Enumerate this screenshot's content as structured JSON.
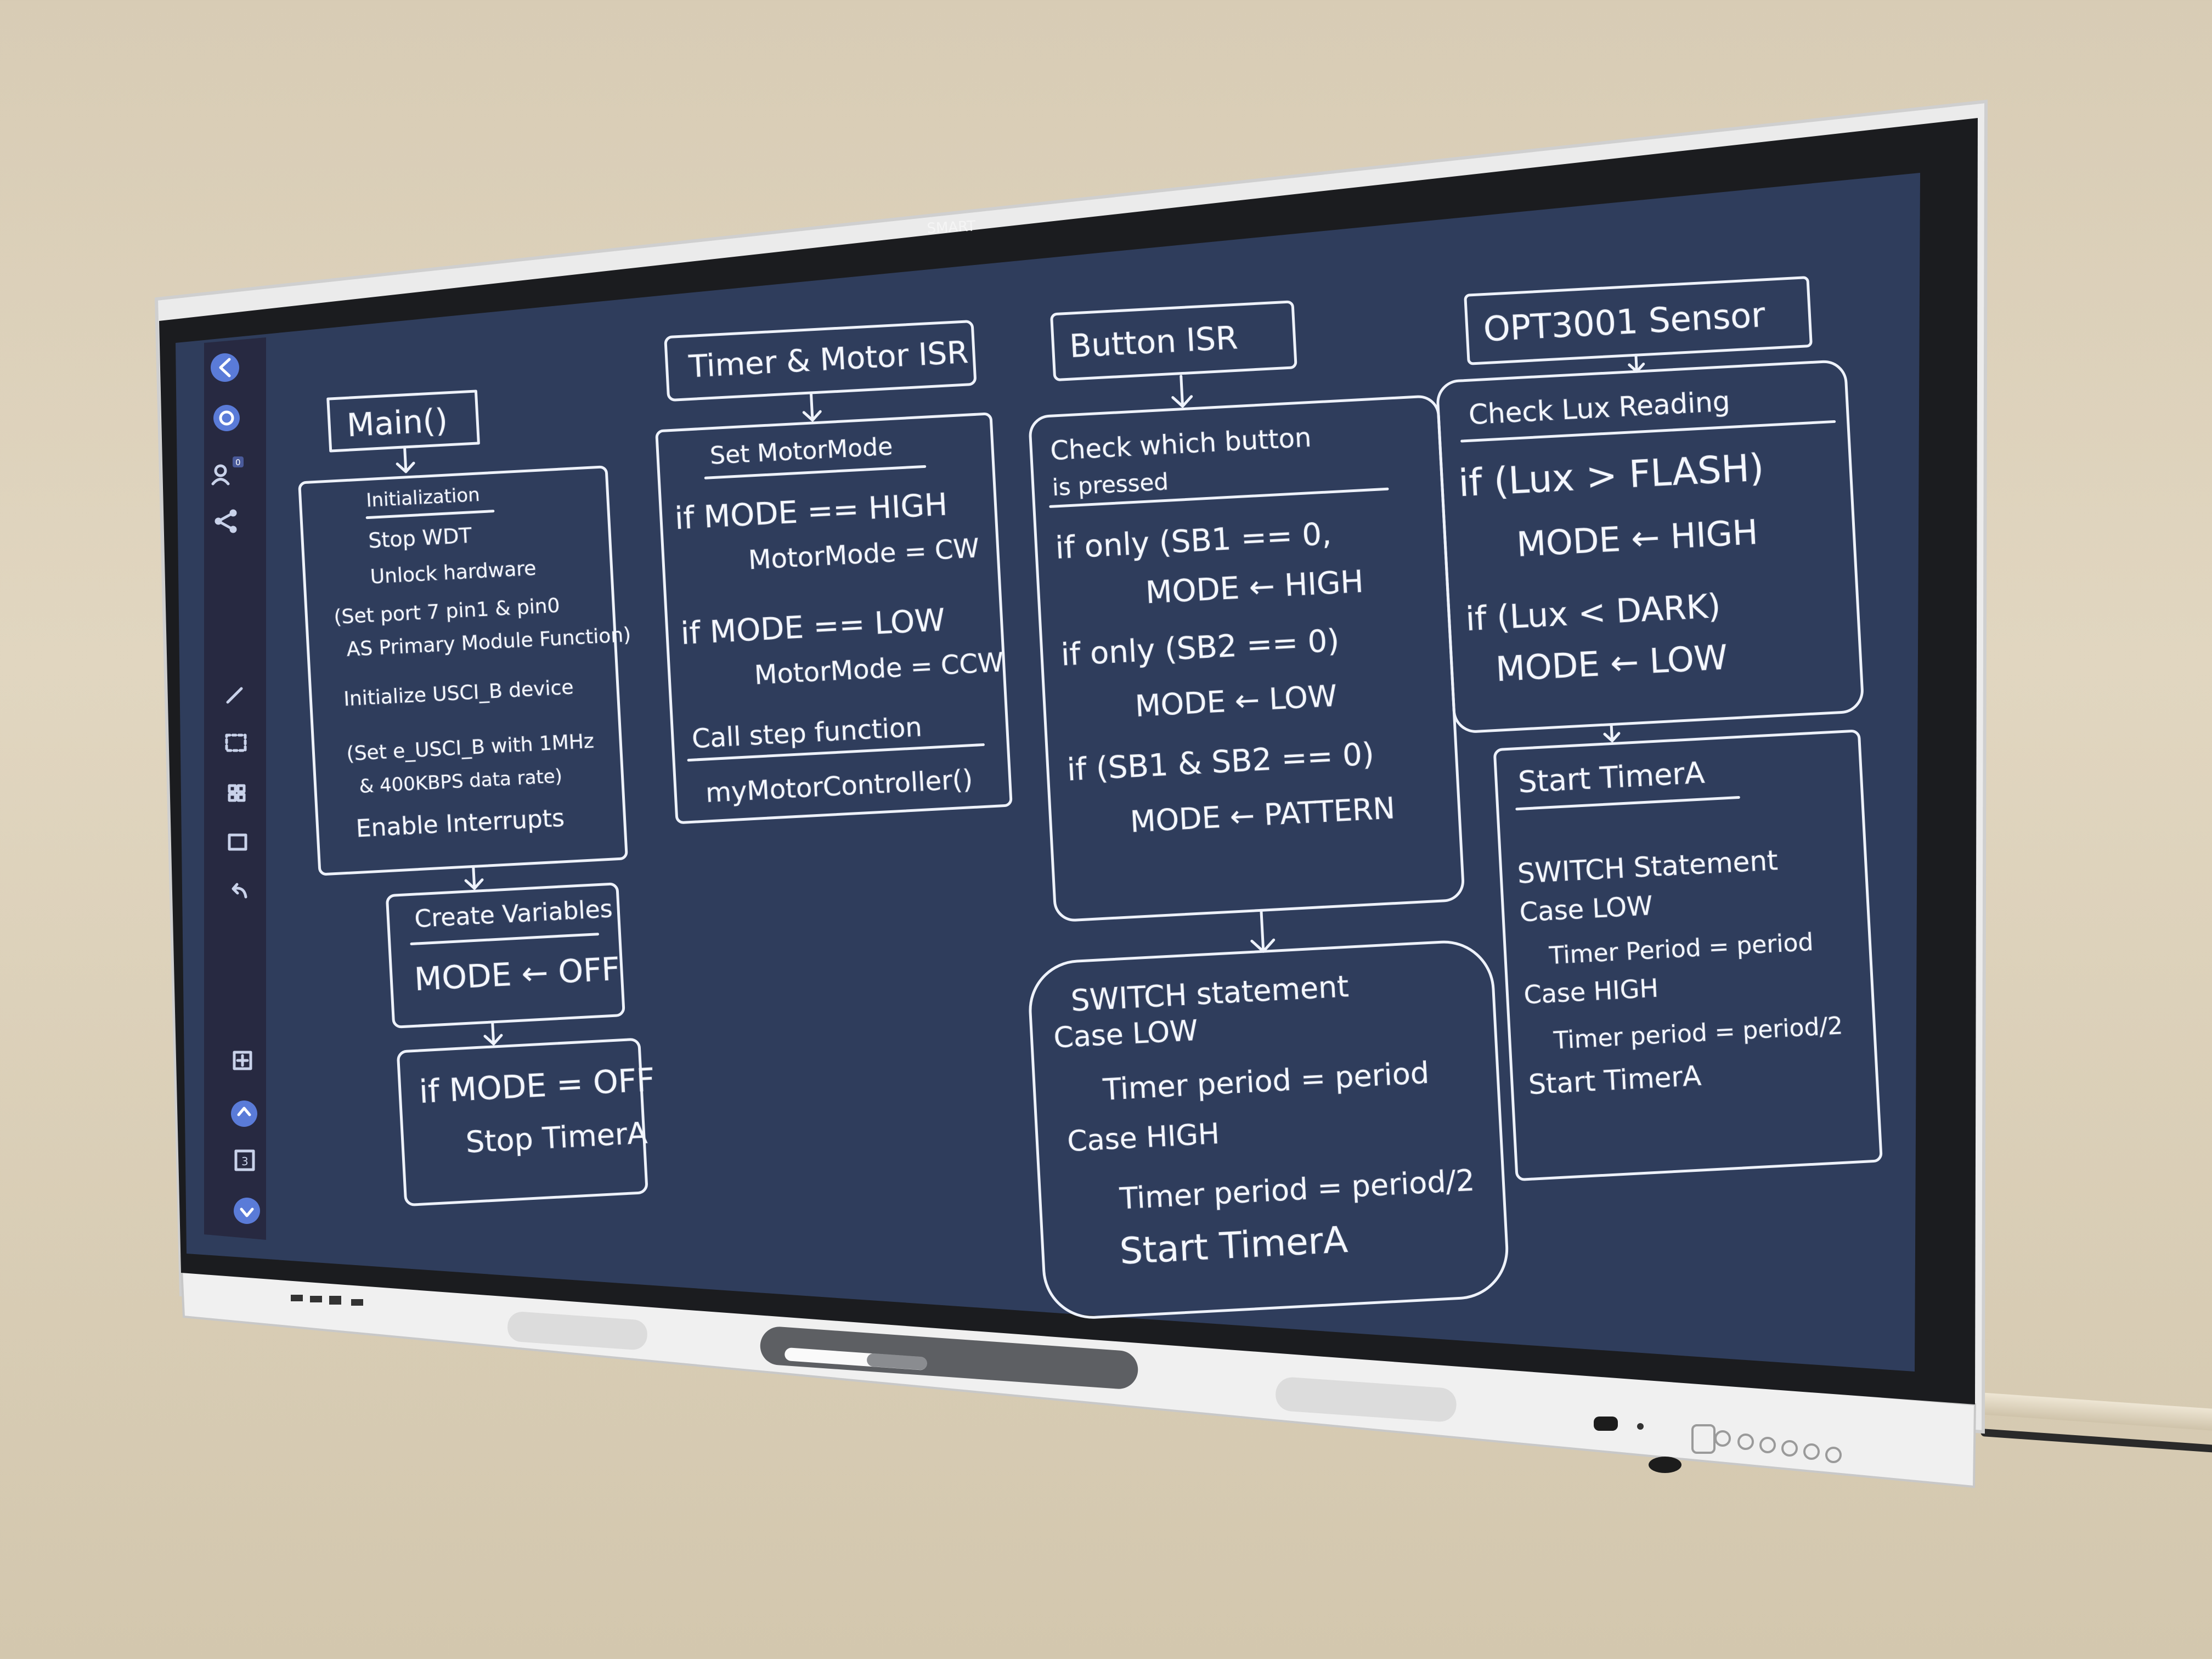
{
  "device": {
    "brand": "SMART"
  },
  "whiteboard": {
    "main": {
      "title": "Main()",
      "init_heading": "Initialization",
      "init_lines": [
        "Stop WDT",
        "Unlock hardware",
        "(Set port 7 pin1 & pin0",
        "AS Primary Module Function)",
        "Initialize USCI_B device",
        "(Set e_USCI_B with 1MHz",
        "& 400KBPS data rate)",
        "Enable Interrupts"
      ],
      "vars_heading": "Create Variables",
      "vars_line": "MODE ← OFF",
      "cond_lines": [
        "if MODE = OFF",
        "Stop TimerA"
      ]
    },
    "timer_isr": {
      "title": "Timer & Motor ISR",
      "heading": "Set MotorMode",
      "lines": [
        "if  MODE == HIGH",
        "MotorMode = CW",
        "if  MODE == LOW",
        "MotorMode = CCW"
      ],
      "step_heading": "Call step function",
      "step_call": "myMotorController()"
    },
    "button_isr": {
      "title": "Button ISR",
      "heading_lines": [
        "Check which button",
        "is pressed"
      ],
      "lines": [
        "if only  (SB1 == 0,",
        "MODE ← HIGH",
        "if only  (SB2 == 0)",
        "MODE ← LOW",
        "if  (SB1 & SB2 == 0)",
        "MODE ← PATTERN"
      ],
      "switch_lines": [
        "SWITCH statement",
        "Case LOW",
        "Timer period = period",
        "Case HIGH",
        "Timer period = period/2",
        "Start TimerA"
      ]
    },
    "sensor": {
      "title": "OPT3001 Sensor",
      "heading": "Check Lux Reading",
      "lines": [
        "if (Lux > FLASH)",
        "MODE ← HIGH",
        "if (Lux < DARK)",
        "MODE ← LOW"
      ],
      "timer_heading": "Start TimerA",
      "timer_lines": [
        "SWITCH Statement",
        "Case LOW",
        "Timer Period = period",
        "Case HIGH",
        "Timer period = period/2",
        "Start TimerA"
      ]
    }
  },
  "toolbar": {
    "participants_badge": "0",
    "page_number": "3"
  },
  "colors": {
    "screen": "#2f3d5c",
    "ink": "#f4f7ff",
    "bezel": "#1b1c1f",
    "frame": "#eeeeee",
    "accent": "#5a7bd8"
  }
}
